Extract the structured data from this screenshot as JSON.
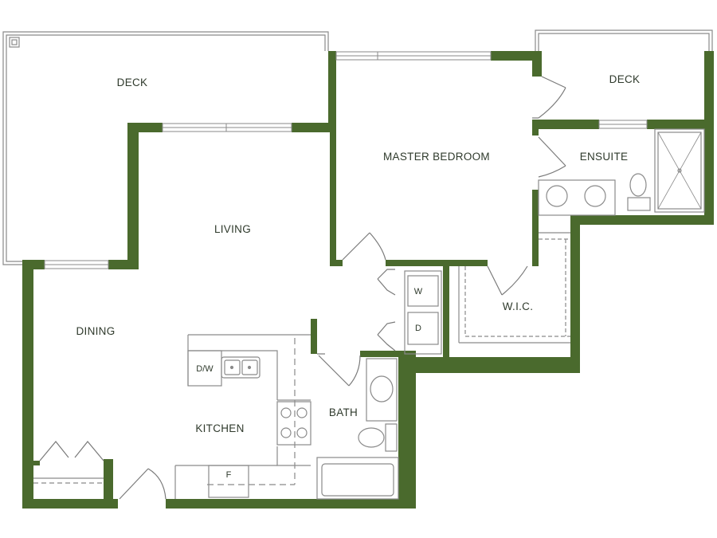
{
  "colors": {
    "wall": "#4a6a2d",
    "line": "#7a7a7a",
    "text": "#2f3a2c",
    "background": "#ffffff"
  },
  "rooms": {
    "deck_main": "DECK",
    "deck_master": "DECK",
    "living": "LIVING",
    "master_bedroom": "MASTER BEDROOM",
    "ensuite": "ENSUITE",
    "dining": "DINING",
    "kitchen": "KITCHEN",
    "bath": "BATH",
    "wic": "W.I.C."
  },
  "fixtures": {
    "washer": "W",
    "dryer": "D",
    "dishwasher": "D/W",
    "fridge": "F"
  }
}
